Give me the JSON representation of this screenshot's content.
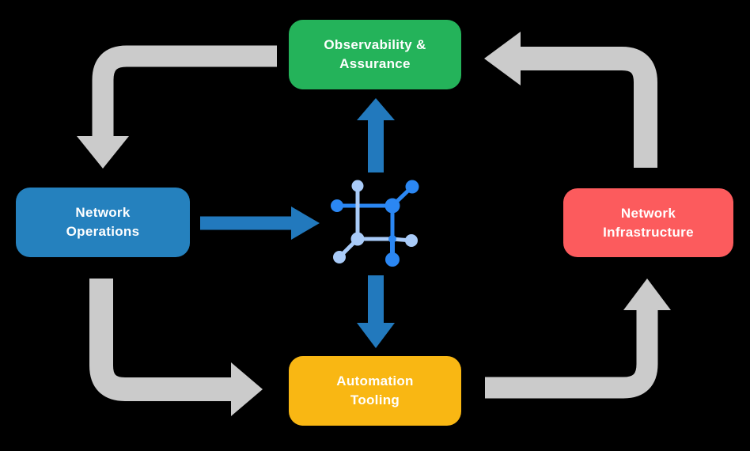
{
  "diagram": {
    "nodes": [
      {
        "id": "observability-assurance",
        "label_line1": "Observability &",
        "label_line2": "Assurance",
        "color": "#24B35A"
      },
      {
        "id": "network-operations",
        "label_line1": "Network",
        "label_line2": "Operations",
        "color": "#2581BE"
      },
      {
        "id": "network-infrastructure",
        "label_line1": "Network",
        "label_line2": "Infrastructure",
        "color": "#FC5B5D"
      },
      {
        "id": "automation-tooling",
        "label_line1": "Automation",
        "label_line2": "Tooling",
        "color": "#F9B713"
      }
    ],
    "center_icon": {
      "name": "network-mesh-icon",
      "color_dark": "#2B87F3",
      "color_light": "#A9CBF8"
    },
    "arrows": {
      "cycle_color": "#CBCBCB",
      "flow_color": "#2279BD",
      "cycle_flow": [
        "observability-assurance -> network-operations",
        "network-operations -> automation-tooling",
        "automation-tooling -> network-infrastructure",
        "network-infrastructure -> observability-assurance"
      ],
      "center_flows": [
        "network-operations -> center",
        "center -> observability-assurance",
        "center -> automation-tooling"
      ]
    },
    "colors": {
      "background": "#000000",
      "text": "#FFFFFF"
    }
  }
}
